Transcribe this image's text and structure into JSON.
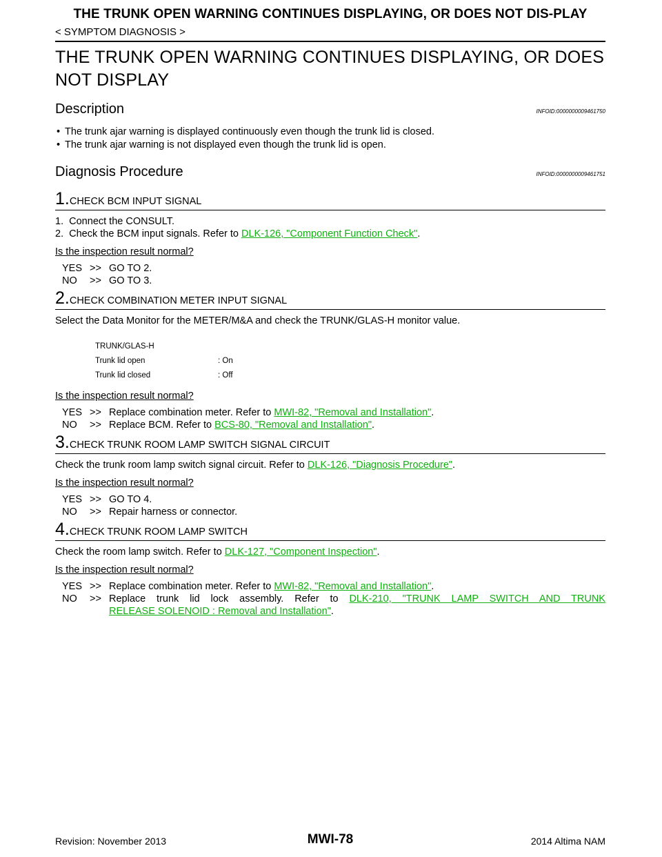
{
  "header": {
    "title": "THE TRUNK OPEN WARNING CONTINUES DISPLAYING, OR DOES NOT DIS-PLAY",
    "section": "< SYMPTOM DIAGNOSIS >"
  },
  "main_title": "THE TRUNK OPEN WARNING CONTINUES DISPLAYING, OR DOES NOT DISPLAY",
  "description": {
    "title": "Description",
    "infoid": "INFOID:0000000009461750",
    "bullets": [
      "The trunk ajar warning is displayed continuously even though the trunk lid is closed.",
      "The trunk ajar warning is not displayed even though the trunk lid is open."
    ]
  },
  "procedure": {
    "title": "Diagnosis Procedure",
    "infoid": "INFOID:0000000009461751"
  },
  "step1": {
    "num": "1.",
    "title": "CHECK BCM INPUT SIGNAL",
    "item1": "1.  Connect the CONSULT.",
    "item2_text": "2.  Check the BCM input signals. Refer to ",
    "item2_link": "DLK-126, \"Component Function Check\"",
    "question": "Is the inspection result normal?",
    "yes_key": "YES",
    "yes_val": "GO TO 2.",
    "no_key": "NO",
    "no_val": "GO TO 3."
  },
  "step2": {
    "num": "2.",
    "title": "CHECK COMBINATION METER INPUT SIGNAL",
    "text": "Select the Data Monitor for the METER/M&A and check the TRUNK/GLAS-H monitor value.",
    "monitor": {
      "item": "TRUNK/GLAS-H",
      "open_label": "Trunk lid open",
      "open_value": ": On",
      "closed_label": "Trunk lid closed",
      "closed_value": ": Off"
    },
    "question": "Is the inspection result normal?",
    "yes_key": "YES",
    "yes_text": "Replace combination meter. Refer to ",
    "yes_link": "MWI-82, \"Removal and Installation\"",
    "no_key": "NO",
    "no_text": "Replace BCM. Refer to ",
    "no_link": "BCS-80, \"Removal and Installation\""
  },
  "step3": {
    "num": "3.",
    "title": "CHECK TRUNK ROOM LAMP SWITCH SIGNAL CIRCUIT",
    "text": "Check the trunk room lamp switch signal circuit. Refer to ",
    "link": "DLK-126, \"Diagnosis Procedure\"",
    "question": "Is the inspection result normal?",
    "yes_key": "YES",
    "yes_val": "GO TO 4.",
    "no_key": "NO",
    "no_val": "Repair harness or connector."
  },
  "step4": {
    "num": "4.",
    "title": "CHECK TRUNK ROOM LAMP SWITCH",
    "text": "Check the room lamp switch. Refer to ",
    "link": "DLK-127, \"Component Inspection\"",
    "question": "Is the inspection result normal?",
    "yes_key": "YES",
    "yes_text": "Replace combination meter. Refer to ",
    "yes_link": "MWI-82, \"Removal and Installation\"",
    "no_key": "NO",
    "no_text": "Replace trunk lid lock assembly. Refer to ",
    "no_link1": "DLK-210, \"TRUNK LAMP SWITCH AND TRUNK",
    "no_link2": "RELEASE SOLENOID : Removal and Installation\""
  },
  "arrow": ">>",
  "period": ".",
  "footer": {
    "revision": "Revision: November 2013",
    "page": "MWI-78",
    "model": "2014 Altima NAM"
  }
}
